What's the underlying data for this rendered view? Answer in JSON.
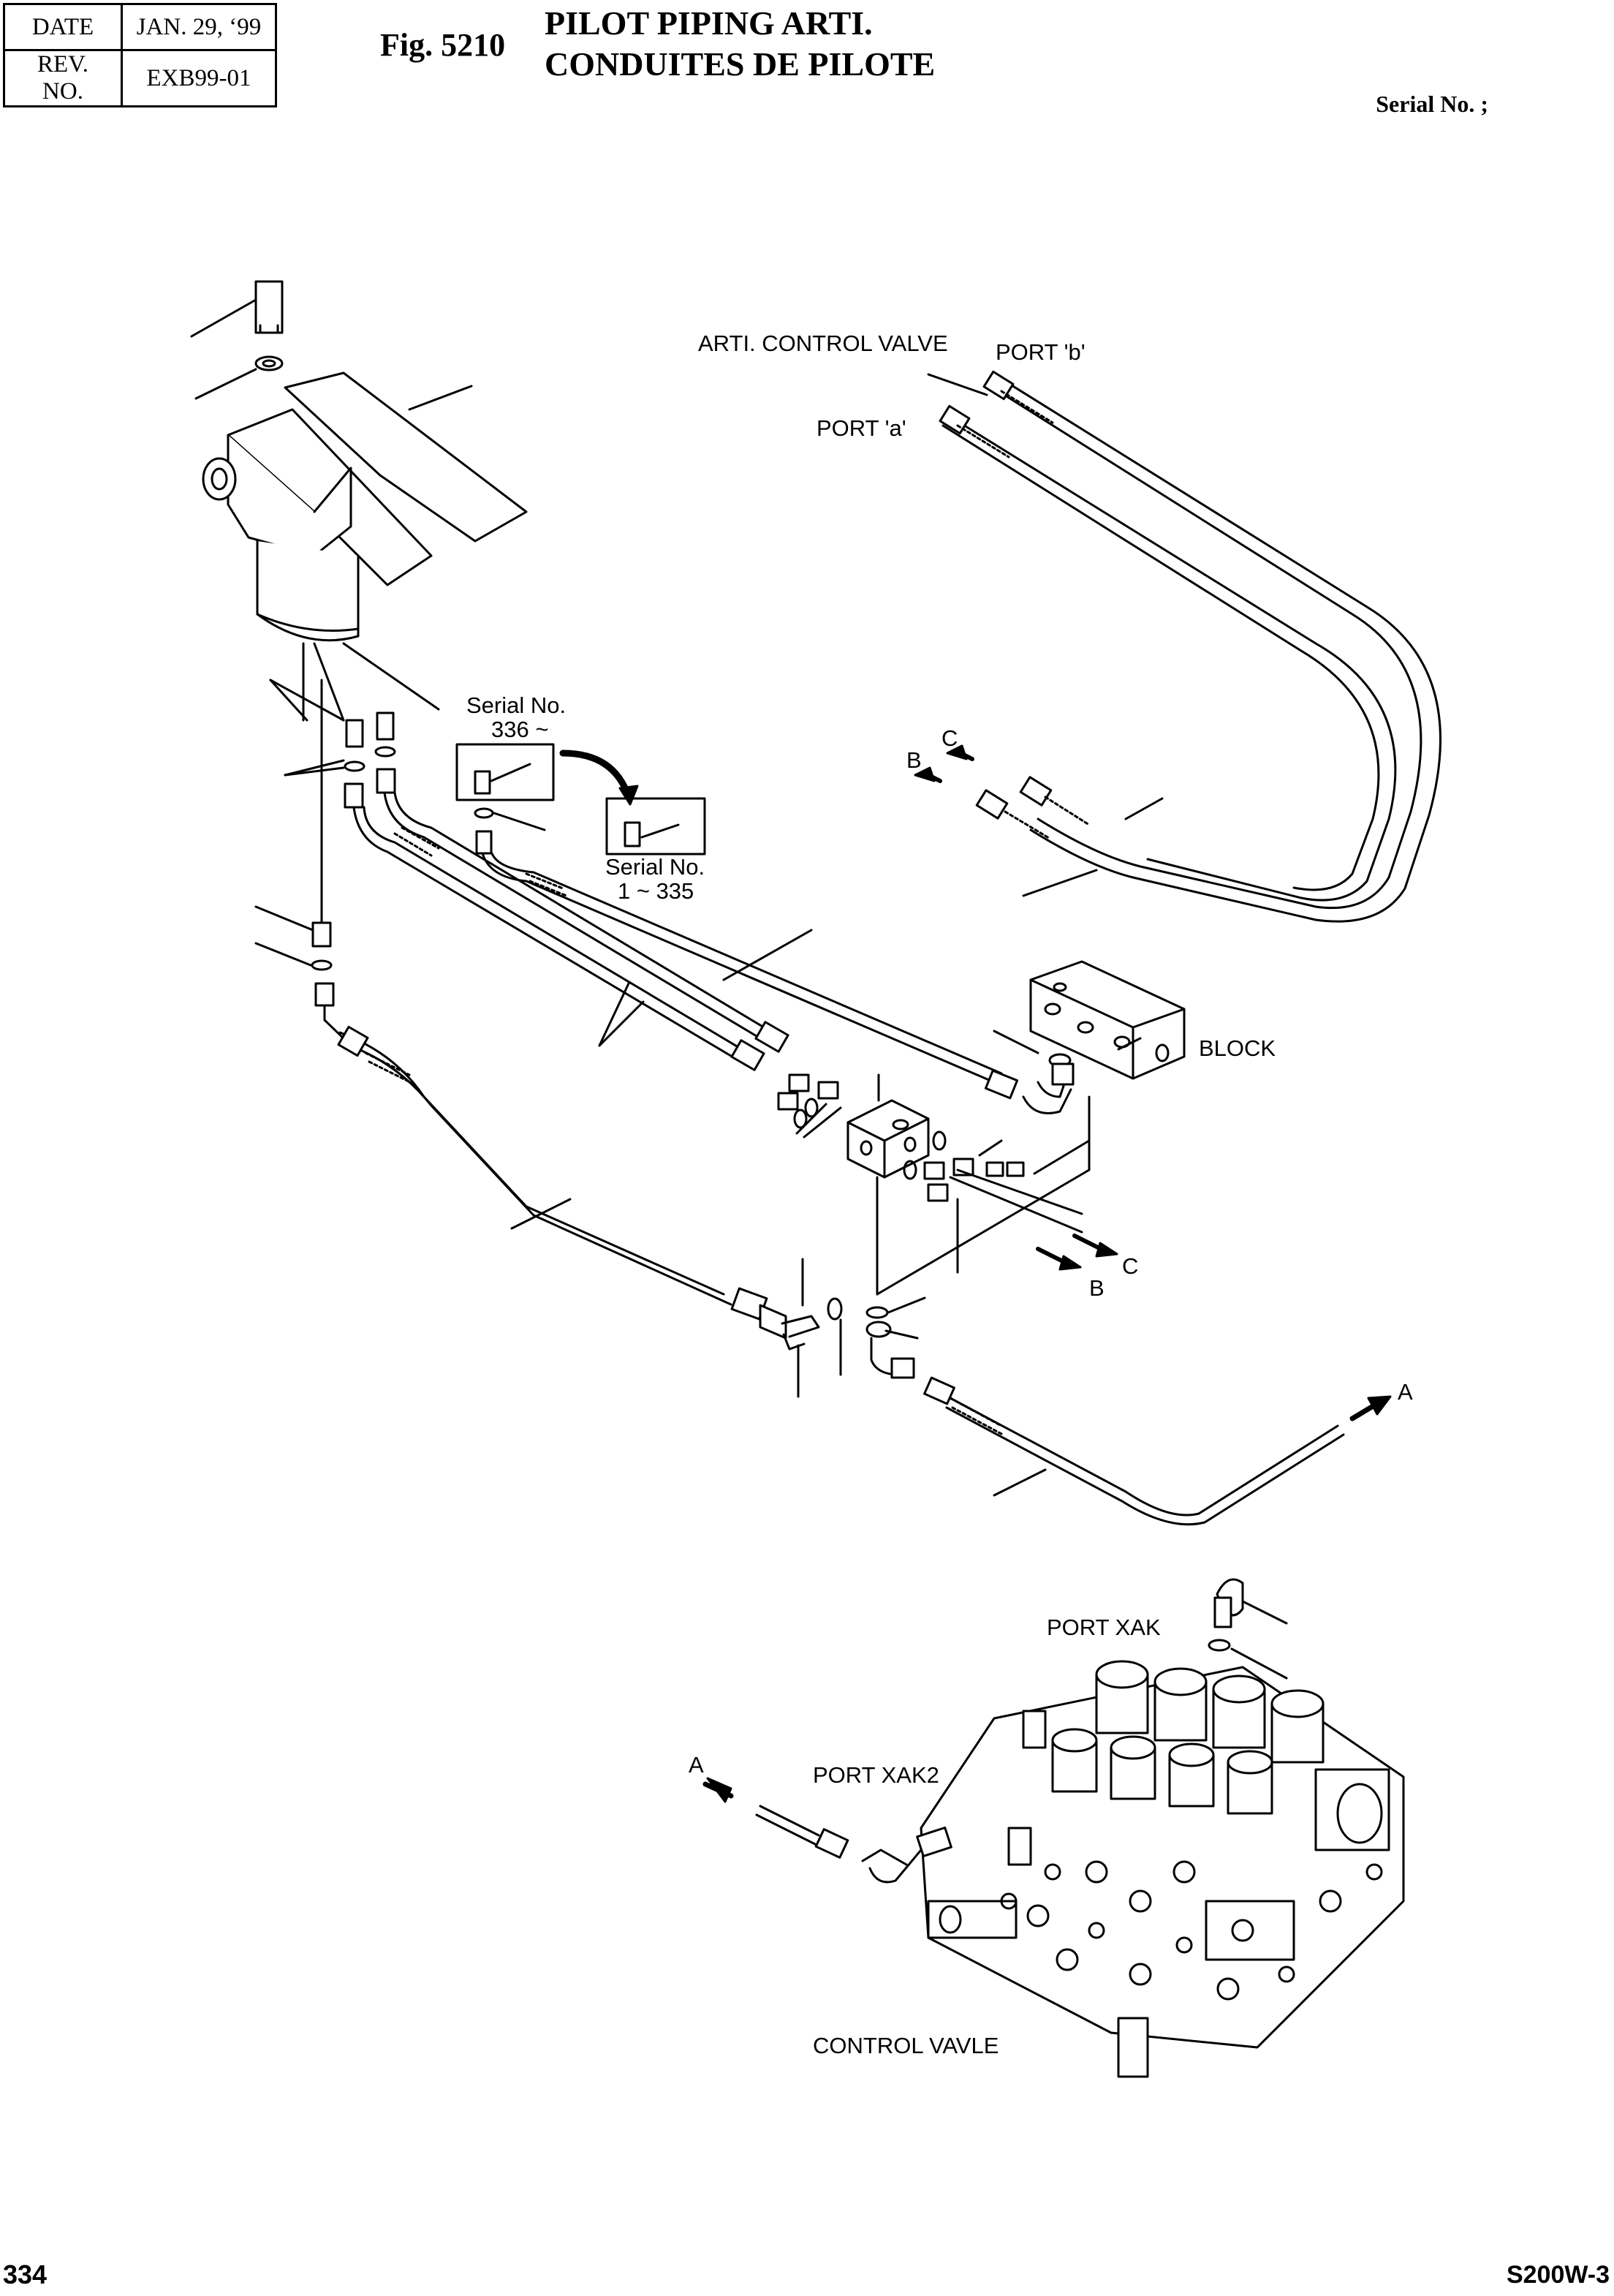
{
  "header": {
    "date_label": "DATE",
    "date_value": "JAN. 29, ‘99",
    "rev_label": "REV. NO.",
    "rev_value": "EXB99-01",
    "fig": "Fig. 5210",
    "title_en": "PILOT PIPING ARTI.",
    "title_fr": "CONDUITES DE PILOTE",
    "serial": "Serial No. ;"
  },
  "labels": {
    "arti_control_valve": "ARTI. CONTROL VALVE",
    "port_b": "PORT 'b'",
    "port_a": "PORT 'a'",
    "serial_336_line1": "Serial No.",
    "serial_336_line2": "336 ~",
    "serial_1_line1": "Serial No.",
    "serial_1_line2": "1 ~ 335",
    "block": "BLOCK",
    "arrow_b_top": "B",
    "arrow_c_top": "C",
    "arrow_c_mid": "C",
    "arrow_b_mid": "B",
    "arrow_a_right": "A",
    "arrow_a_left": "A",
    "port_xak": "PORT  XAK",
    "port_xak2": "PORT  XAK2",
    "control_valve": "CONTROL VAVLE"
  },
  "footer": {
    "page": "334",
    "model": "S200W-3"
  }
}
